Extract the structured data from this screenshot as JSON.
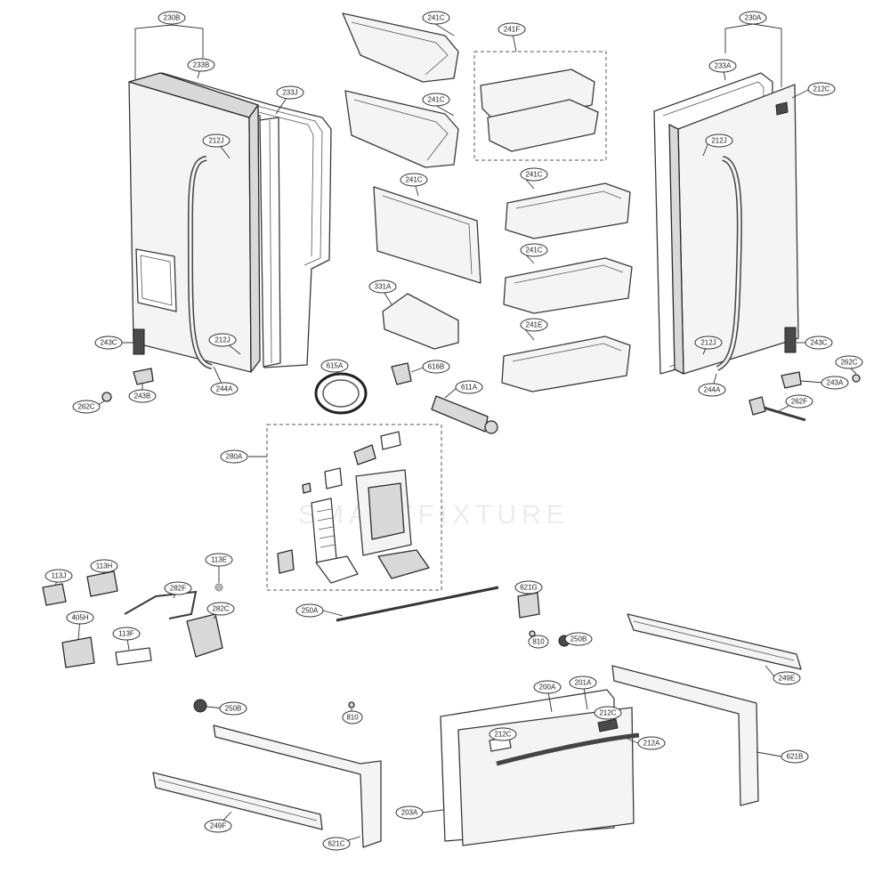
{
  "watermark": "SMARTFIXTURE",
  "callouts": [
    {
      "id": "c230B",
      "label": "230B"
    },
    {
      "id": "c233B",
      "label": "233B"
    },
    {
      "id": "c233J",
      "label": "233J"
    },
    {
      "id": "c212J_l",
      "label": "212J"
    },
    {
      "id": "c243C_l",
      "label": "243C"
    },
    {
      "id": "c212J_l2",
      "label": "212J"
    },
    {
      "id": "c243B",
      "label": "243B"
    },
    {
      "id": "c244A_l",
      "label": "244A"
    },
    {
      "id": "c262C_l",
      "label": "262C"
    },
    {
      "id": "c241C_t1",
      "label": "241C"
    },
    {
      "id": "c241C_t2",
      "label": "241C"
    },
    {
      "id": "c241F",
      "label": "241F"
    },
    {
      "id": "c241C_c",
      "label": "241C"
    },
    {
      "id": "c241C_r1",
      "label": "241C"
    },
    {
      "id": "c241C_r2",
      "label": "241C"
    },
    {
      "id": "c241E",
      "label": "241E"
    },
    {
      "id": "c331A",
      "label": "331A"
    },
    {
      "id": "c615A",
      "label": "615A"
    },
    {
      "id": "c616B",
      "label": "616B"
    },
    {
      "id": "c611A",
      "label": "611A"
    },
    {
      "id": "c230A",
      "label": "230A"
    },
    {
      "id": "c233A",
      "label": "233A"
    },
    {
      "id": "c212C_r",
      "label": "212C"
    },
    {
      "id": "c212J_r",
      "label": "212J"
    },
    {
      "id": "c212J_r2",
      "label": "212J"
    },
    {
      "id": "c243C_r",
      "label": "243C"
    },
    {
      "id": "c262C_r",
      "label": "262C"
    },
    {
      "id": "c243A",
      "label": "243A"
    },
    {
      "id": "c262F",
      "label": "262F"
    },
    {
      "id": "c244A_r",
      "label": "244A"
    },
    {
      "id": "c280A",
      "label": "280A"
    },
    {
      "id": "c113J",
      "label": "113J"
    },
    {
      "id": "c113H",
      "label": "113H"
    },
    {
      "id": "c113E",
      "label": "113E"
    },
    {
      "id": "c282F",
      "label": "282F"
    },
    {
      "id": "c282C",
      "label": "282C"
    },
    {
      "id": "c405H",
      "label": "405H"
    },
    {
      "id": "c113F",
      "label": "113F"
    },
    {
      "id": "c250A",
      "label": "250A"
    },
    {
      "id": "c621G",
      "label": "621G"
    },
    {
      "id": "c810_1",
      "label": "810"
    },
    {
      "id": "c250B_1",
      "label": "250B"
    },
    {
      "id": "c249E",
      "label": "249E"
    },
    {
      "id": "c250B_2",
      "label": "250B"
    },
    {
      "id": "c810_2",
      "label": "810"
    },
    {
      "id": "c200A",
      "label": "200A"
    },
    {
      "id": "c201A",
      "label": "201A"
    },
    {
      "id": "c212C_b",
      "label": "212C"
    },
    {
      "id": "c212C_b2",
      "label": "212C"
    },
    {
      "id": "c212A",
      "label": "212A"
    },
    {
      "id": "c621B",
      "label": "621B"
    },
    {
      "id": "c203A",
      "label": "203A"
    },
    {
      "id": "c249F",
      "label": "249F"
    },
    {
      "id": "c621C",
      "label": "621C"
    }
  ]
}
